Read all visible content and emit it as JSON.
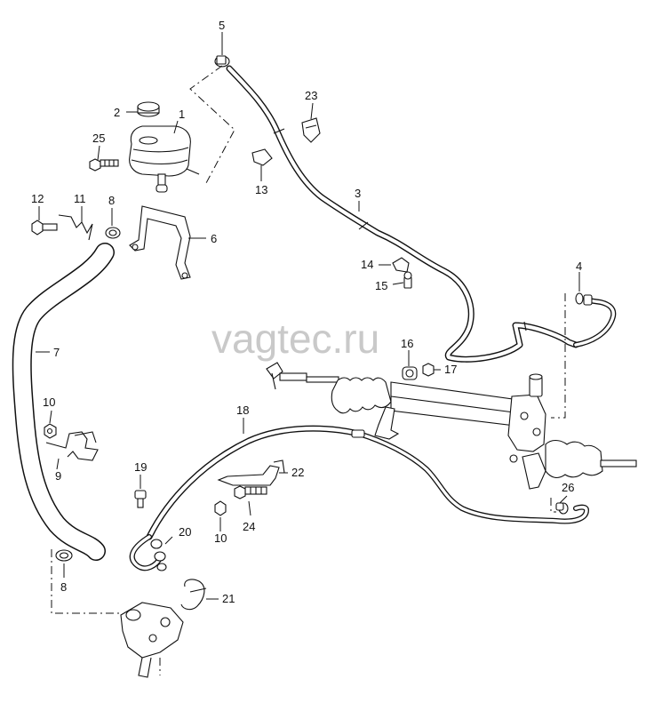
{
  "diagram": {
    "watermark": "vagtec.ru",
    "footer_code": "",
    "accent_color": "#111111",
    "watermark_color": "#c9c9c9",
    "part_labels": [
      {
        "id": "label-1",
        "text": "1"
      },
      {
        "id": "label-2",
        "text": "2"
      },
      {
        "id": "label-3",
        "text": "3"
      },
      {
        "id": "label-4",
        "text": "4"
      },
      {
        "id": "label-5",
        "text": "5"
      },
      {
        "id": "label-6",
        "text": "6"
      },
      {
        "id": "label-7",
        "text": "7"
      },
      {
        "id": "label-8-top",
        "text": "8"
      },
      {
        "id": "label-8-bottom",
        "text": "8"
      },
      {
        "id": "label-9",
        "text": "9"
      },
      {
        "id": "label-10-left",
        "text": "10"
      },
      {
        "id": "label-10-mid",
        "text": "10"
      },
      {
        "id": "label-11",
        "text": "11"
      },
      {
        "id": "label-12",
        "text": "12"
      },
      {
        "id": "label-13",
        "text": "13"
      },
      {
        "id": "label-14",
        "text": "14"
      },
      {
        "id": "label-15",
        "text": "15"
      },
      {
        "id": "label-16",
        "text": "16"
      },
      {
        "id": "label-17",
        "text": "17"
      },
      {
        "id": "label-18",
        "text": "18"
      },
      {
        "id": "label-19",
        "text": "19"
      },
      {
        "id": "label-20",
        "text": "20"
      },
      {
        "id": "label-21",
        "text": "21"
      },
      {
        "id": "label-22",
        "text": "22"
      },
      {
        "id": "label-23",
        "text": "23"
      },
      {
        "id": "label-24",
        "text": "24"
      },
      {
        "id": "label-25",
        "text": "25"
      },
      {
        "id": "label-26",
        "text": "26"
      }
    ]
  }
}
